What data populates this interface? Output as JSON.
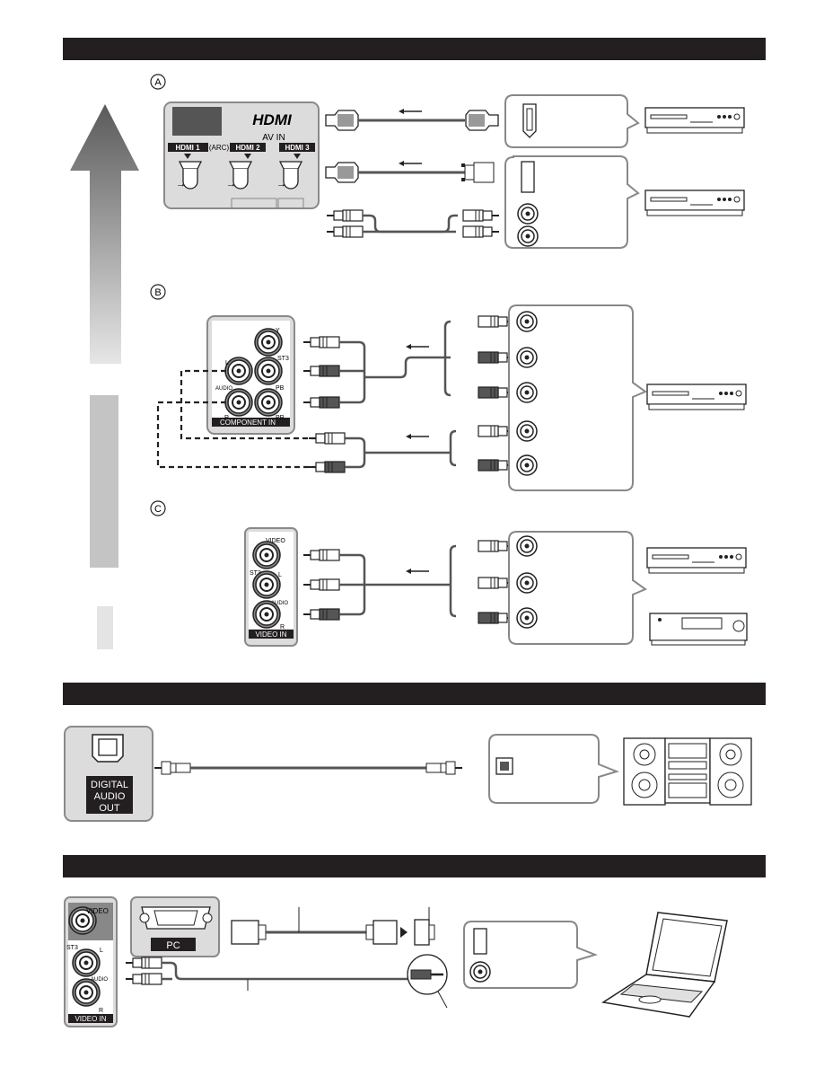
{
  "sections": {
    "a": {
      "marker": "A"
    },
    "b": {
      "marker": "B"
    },
    "c": {
      "marker": "C"
    }
  },
  "hdmi_panel": {
    "logo": "HDMI",
    "av_in": "AV IN",
    "port1": "HDMI 1",
    "port1_suffix": "(ARC)",
    "port2": "HDMI 2",
    "port3": "HDMI 3"
  },
  "component_panel": {
    "y": "Y",
    "st3": "ST3",
    "l": "L",
    "audio": "AUDIO",
    "pb": "PB",
    "pr": "PR",
    "r": "R",
    "footer": "COMPONENT IN"
  },
  "video_panel": {
    "video": "VIDEO",
    "st3": "ST3",
    "l": "L",
    "audio": "AUDIO",
    "r": "R",
    "footer": "VIDEO IN"
  },
  "digital_audio": {
    "line1": "DIGITAL",
    "line2": "AUDIO",
    "line3": "OUT"
  },
  "pc_section": {
    "pc_label": "PC",
    "video": "VIDEO",
    "st3": "ST3",
    "l": "L",
    "audio": "AUDIO",
    "r": "R",
    "footer": "VIDEO IN"
  },
  "colors": {
    "bar": "#231f20",
    "panel_fill": "#dcdcdc",
    "panel_border": "#8a8a8a",
    "cable": "#555555"
  }
}
